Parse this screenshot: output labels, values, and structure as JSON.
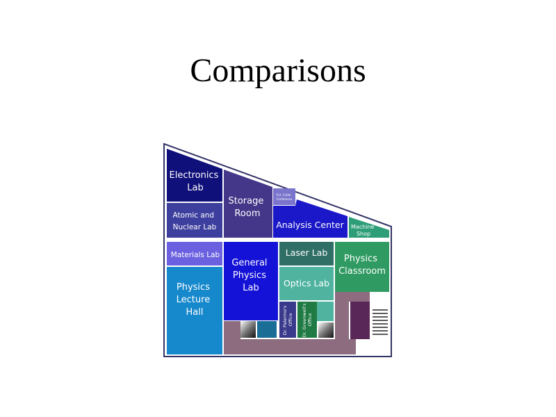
{
  "slide": {
    "title": "Comparisons"
  },
  "rooms": {
    "electronics_lab": {
      "line1": "Electronics",
      "line2": "Lab"
    },
    "storage_room": {
      "line1": "Storage",
      "line2": "Room"
    },
    "small_office": {
      "line1": "R.A. Cutler",
      "line2": "Conference"
    },
    "atomic_nuclear_lab": {
      "line1": "Atomic and",
      "line2": "Nuclear Lab"
    },
    "analysis_center": {
      "label": "Analysis Center"
    },
    "machine_shop": {
      "line1": "Machine",
      "line2": "Shop"
    },
    "materials_lab": {
      "label": "Materials Lab"
    },
    "general_physics_lab": {
      "line1": "General",
      "line2": "Physics",
      "line3": "Lab"
    },
    "laser_lab": {
      "label": "Laser Lab"
    },
    "physics_classroom": {
      "line1": "Physics",
      "line2": "Classroom"
    },
    "physics_lecture_hall": {
      "line1": "Physics",
      "line2": "Lecture",
      "line3": "Hall"
    },
    "optics_lab": {
      "label": "Optics Lab"
    },
    "office_a": {
      "line1": "Dr. Palermo's",
      "line2": "Office"
    },
    "office_b": {
      "line1": "Dr. Greenwell's",
      "line2": "Office"
    }
  },
  "colors": {
    "background": "#ffffff",
    "outline": "#333366",
    "electronics_lab": "#10107a",
    "storage_room": "#443688",
    "atomic_nuclear_lab": "#3d3f9e",
    "analysis_center": "#1a18c8",
    "machine_shop": "#2e9e78",
    "materials_lab": "#6a60e0",
    "general_physics_lab": "#1412d6",
    "laser_lab": "#2f6f66",
    "physics_classroom": "#2f9a62",
    "physics_lecture_hall": "#1688cc",
    "optics_lab": "#4fb3a0",
    "office_a": "#3a3a8c",
    "office_b": "#1f7a44",
    "hallway": "#8c6c7e",
    "stairs_dark": "#5a2858"
  }
}
